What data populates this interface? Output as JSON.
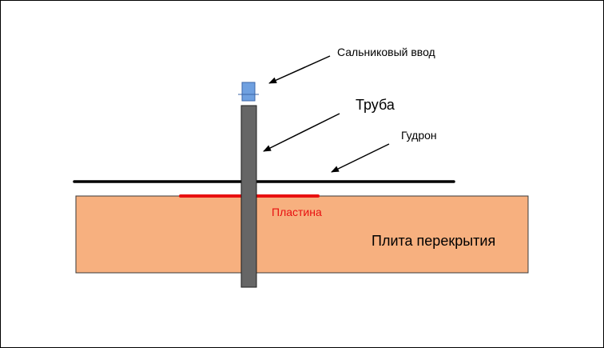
{
  "labels": {
    "gland": "Сальниковый ввод",
    "pipe": "Труба",
    "tar": "Гудрон",
    "plate": "Пластина",
    "slab": "Плита перекрытия"
  },
  "colors": {
    "slab_fill": "#F7B07F",
    "pipe_fill": "#666666",
    "gland_fill": "#6FA0E0",
    "plate_line": "#E81010",
    "plate_text": "#E81010",
    "tar_line": "#000000"
  }
}
